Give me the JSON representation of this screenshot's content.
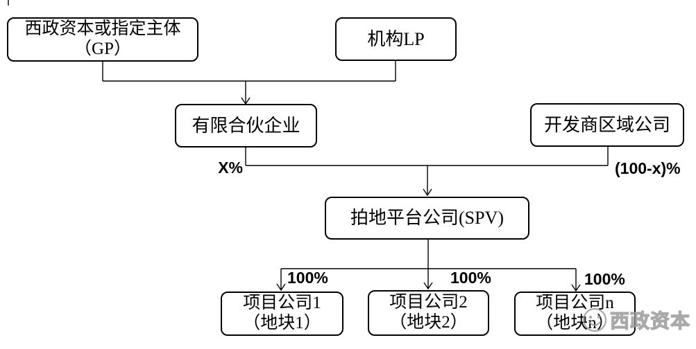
{
  "diagram": {
    "nodes": {
      "gp": {
        "line1": "西政资本或指定主体",
        "line2": "（GP）"
      },
      "lp": {
        "label": "机构LP"
      },
      "partnership": {
        "label": "有限合伙企业"
      },
      "developer": {
        "label": "开发商区域公司"
      },
      "spv": {
        "label": "拍地平台公司(SPV)"
      },
      "project1": {
        "line1": "项目公司1",
        "line2": "（地块1）"
      },
      "project2": {
        "line1": "项目公司2",
        "line2": "（地块2）"
      },
      "projectn": {
        "line1": "项目公司n",
        "line2": "（地块n）"
      }
    },
    "edge_labels": {
      "x_pct": "X%",
      "rest_pct": "(100-x)%",
      "pct_project1": "100%",
      "pct_project2": "100%",
      "pct_projectn": "100%"
    },
    "colors": {
      "line": "#000000",
      "background": "#ffffff",
      "watermark": "#9b9b9b"
    }
  },
  "watermark": {
    "text": "西政资本"
  }
}
